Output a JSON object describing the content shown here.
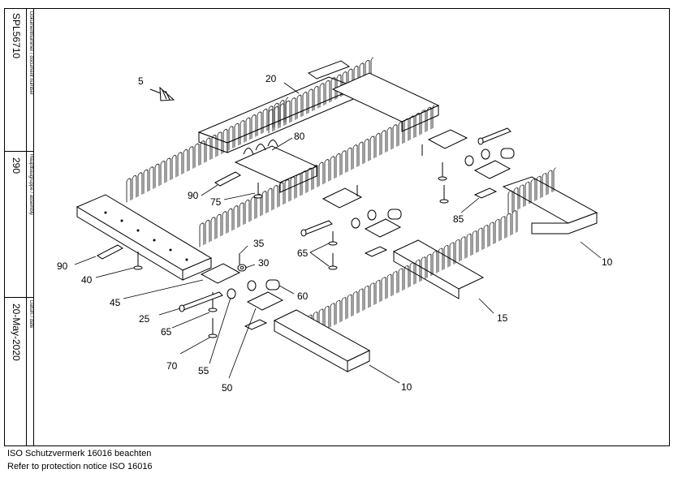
{
  "title_block": {
    "document_number_caption": "Dokumentnummer / document number",
    "document_number": "SPL56710",
    "assembly_caption": "Hauptbaugruppe / assembly",
    "assembly": "290",
    "date_caption": "Datum / date",
    "date": "20-May-2020"
  },
  "callouts": [
    {
      "id": "c5",
      "label": "5"
    },
    {
      "id": "c20",
      "label": "20"
    },
    {
      "id": "c80",
      "label": "80"
    },
    {
      "id": "c90a",
      "label": "90"
    },
    {
      "id": "c75",
      "label": "75"
    },
    {
      "id": "c90b",
      "label": "90"
    },
    {
      "id": "c40",
      "label": "40"
    },
    {
      "id": "c35",
      "label": "35"
    },
    {
      "id": "c30",
      "label": "30"
    },
    {
      "id": "c45",
      "label": "45"
    },
    {
      "id": "c60",
      "label": "60"
    },
    {
      "id": "c25",
      "label": "25"
    },
    {
      "id": "c65a",
      "label": "65"
    },
    {
      "id": "c70",
      "label": "70"
    },
    {
      "id": "c55",
      "label": "55"
    },
    {
      "id": "c50",
      "label": "50"
    },
    {
      "id": "c65b",
      "label": "65"
    },
    {
      "id": "c85",
      "label": "85"
    },
    {
      "id": "c10a",
      "label": "10"
    },
    {
      "id": "c15",
      "label": "15"
    },
    {
      "id": "c10b",
      "label": "10"
    }
  ],
  "footer": {
    "line1": "ISO Schutzvermerk 16016 beachten",
    "line2": "Refer to protection notice ISO 16016"
  }
}
